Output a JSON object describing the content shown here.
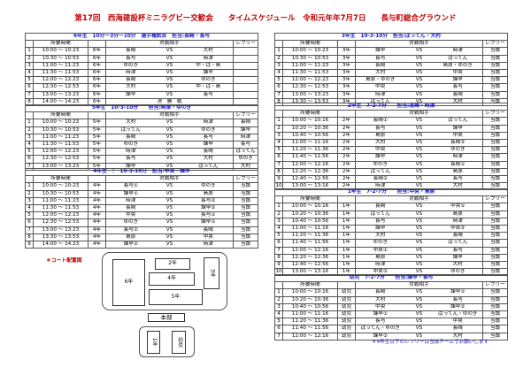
{
  "title": "第17回　西海建設杯ミニラグビー交歓会　　タイムスケジュール　令和元年年7月7日　　長与町総合グラウンド",
  "columns": {
    "time": "所要時間",
    "match": "対戦相手",
    "referee": "レフリー",
    "vs": "VS"
  },
  "tables": [
    {
      "id": "grade6",
      "header": "6年生　10分ー3分ー10分　選手権試合　担当:長崎・長与",
      "grade": "6年",
      "rows": [
        [
          "1",
          "10:00 ～ 10:23",
          "長崎",
          "大村",
          ""
        ],
        [
          "2",
          "10:30 ～ 10:53",
          "長与",
          "時津",
          ""
        ],
        [
          "3",
          "11:00 ～ 11:23",
          "ゆのき",
          "中・ば・島",
          ""
        ],
        [
          "4",
          "11:30 ～ 11:53",
          "時津",
          "諫早",
          ""
        ],
        [
          "5",
          "12:00 ～ 12:23",
          "長崎",
          "ゆのき",
          ""
        ],
        [
          "6",
          "12:30 ～ 12:53",
          "大村",
          "中・ば・島",
          ""
        ],
        [
          "7",
          "13:00 ～ 13:23",
          "諫早",
          "長与",
          ""
        ]
      ],
      "final": {
        "no": "8",
        "time": "14:00 ～ 14:23",
        "label": "決　勝　戦"
      }
    },
    {
      "id": "grade5",
      "header": "5年生　10-3-10分　　担当:時津・ゆのき",
      "grade": "5年",
      "rows": [
        [
          "1",
          "10:00 ～ 10:23",
          "大村",
          "時津",
          "長崎"
        ],
        [
          "2",
          "10:30 ～ 10:53",
          "ばってん",
          "ゆのき",
          "諫早"
        ],
        [
          "3",
          "11:00 ～ 11:23",
          "長崎",
          "長与",
          "時津"
        ],
        [
          "4",
          "11:30 ～ 11:53",
          "ゆのき",
          "諫早",
          "長与"
        ],
        [
          "5",
          "12:00 ～ 12:23",
          "時津",
          "長崎",
          "ばってん"
        ],
        [
          "6",
          "12:30 ～ 12:53",
          "長与",
          "大村",
          "ゆのき"
        ],
        [
          "7",
          "13:00 ～ 13:23",
          "諫早",
          "ばってん",
          "大村"
        ]
      ]
    },
    {
      "id": "grade4",
      "header": "4年生　：　10-3-10分　担当:中央・諫早",
      "grade": "4年",
      "rows": [
        [
          "1",
          "10:00 ～ 10:23",
          "長与①",
          "ゆのき",
          "当該"
        ],
        [
          "2",
          "10:30 ～ 10:53",
          "諫早①",
          "島原",
          "当該"
        ],
        [
          "3",
          "11:00 ～ 11:23",
          "時津",
          "長与②",
          "当該"
        ],
        [
          "4",
          "11:30 ～ 11:53",
          "長崎",
          "諫早②",
          "当該"
        ],
        [
          "5",
          "12:00 ～ 12:23",
          "中央",
          "長与①",
          "当該"
        ],
        [
          "6",
          "12:30 ～ 12:53",
          "ゆのき",
          "諫早①",
          "当該"
        ],
        [
          "7",
          "13:00 ～ 13:23",
          "長与②",
          "長崎",
          "当該"
        ],
        [
          "8",
          "13:30 ～ 13:53",
          "島原",
          "中央",
          "当該"
        ],
        [
          "9",
          "14:00 ～ 14:23",
          "諫早②",
          "時津",
          "当該"
        ]
      ]
    },
    {
      "id": "grade3",
      "header": "3年生　10-3-10分　担当:ばってん・大村",
      "grade": "3年",
      "rows": [
        [
          "1",
          "10:00 ～ 10:23",
          "諫早",
          "時津",
          "当該"
        ],
        [
          "2",
          "10:30 ～ 10:53",
          "長与",
          "ばってん",
          "当該"
        ],
        [
          "3",
          "11:00 ～ 11:23",
          "長崎",
          "島原・ゆのき",
          "当該"
        ],
        [
          "4",
          "11:30 ～ 11:53",
          "大村",
          "中央",
          "当該"
        ],
        [
          "5",
          "12:00 ～ 12:23",
          "島原・ゆのき",
          "諫早",
          "当該"
        ],
        [
          "6",
          "12:30 ～ 12:53",
          "中央",
          "長与",
          "当該"
        ],
        [
          "7",
          "13:00 ～ 13:23",
          "時津",
          "長崎",
          "当該"
        ],
        [
          "8",
          "13:30 ～ 13:53",
          "ばってん",
          "大村",
          "当該"
        ]
      ]
    },
    {
      "id": "grade2",
      "header": "2年生　7-2-7分　　担当:長崎・時津",
      "grade": "2年",
      "rows": [
        [
          "1",
          "10:00 ～ 10:16",
          "長崎①",
          "ばってん",
          "当該"
        ],
        [
          "2",
          "10:20 ～ 10:36",
          "長与",
          "諫早",
          "当該"
        ],
        [
          "3",
          "10:40 ～ 10:56",
          "島原",
          "中央",
          "当該"
        ],
        [
          "4",
          "11:00 ～ 11:16",
          "大村",
          "長崎②",
          "当該"
        ],
        [
          "5",
          "11:20 ～ 11:36",
          "中央",
          "ゆのき",
          "当該"
        ],
        [
          "6",
          "11:40 ～ 11:56",
          "諫早",
          "時津",
          "当該"
        ],
        [
          "7",
          "12:00 ～ 12:16",
          "ゆのき",
          "長崎①",
          "当該"
        ],
        [
          "8",
          "12:20 ～ 12:36",
          "ばってん",
          "島原",
          "当該"
        ],
        [
          "9",
          "12:40 ～ 12:56",
          "長崎②",
          "長与",
          "当該"
        ],
        [
          "10",
          "13:00 ～ 13:16",
          "時津",
          "大村",
          "当該"
        ]
      ]
    },
    {
      "id": "grade1",
      "header": "1年生　7-2-7分　　担当:中央・島原",
      "grade": "1年",
      "rows": [
        [
          "1",
          "10:00 ～ 10:16",
          "長崎",
          "中央①",
          "当該"
        ],
        [
          "2",
          "10:20 ～ 10:36",
          "ばってん",
          "島原",
          "当該"
        ],
        [
          "3",
          "10:40 ～ 10:56",
          "長与",
          "時津",
          "当該"
        ],
        [
          "4",
          "11:00 ～ 11:16",
          "諫早",
          "中央②",
          "当該"
        ],
        [
          "5",
          "11:20 ～ 11:36",
          "大村",
          "長崎",
          "当該"
        ],
        [
          "6",
          "11:40 ～ 11:56",
          "ゆのき",
          "ばってん",
          "当該"
        ],
        [
          "7",
          "12:00 ～ 12:16",
          "中央①",
          "長与",
          "当該"
        ],
        [
          "8",
          "12:20 ～ 12:36",
          "島原",
          "諫早",
          "当該"
        ],
        [
          "9",
          "12:40 ～ 12:56",
          "時津",
          "大村",
          "当該"
        ],
        [
          "10",
          "13:00 ～ 13:16",
          "中央②",
          "ゆのき",
          "当該"
        ]
      ]
    },
    {
      "id": "kids",
      "header": "幼児　7-2-7分　　担当:諫早・長与",
      "grade": "幼児",
      "rows": [
        [
          "1",
          "10:00 ～ 10:16",
          "長崎",
          "諫早①",
          "当該"
        ],
        [
          "2",
          "10:20 ～ 10:36",
          "大村",
          "長与",
          "当該"
        ],
        [
          "3",
          "10:40 ～ 10:56",
          "中央",
          "諫早②",
          "当該"
        ],
        [
          "4",
          "11:00 ～ 11:16",
          "諫早①",
          "ばってん・ゆのき",
          "当該"
        ],
        [
          "5",
          "11:20 ～ 11:36",
          "長与",
          "中央",
          "当該"
        ],
        [
          "6",
          "11:40 ～ 11:56",
          "ばってん・ゆのき",
          "長崎",
          "当該"
        ],
        [
          "7",
          "12:00 ～ 12:16",
          "諫早②",
          "大村",
          "当該"
        ]
      ]
    }
  ],
  "note": "＊4年生以下のレフリーは当該チームでお願いします",
  "map": {
    "label": "＊コート配置図",
    "g6": "6年",
    "g2": "2年",
    "g4": "4年",
    "g5": "5年",
    "g3": "3年",
    "hq": "本部",
    "g1": "1年",
    "kids": "幼児"
  }
}
